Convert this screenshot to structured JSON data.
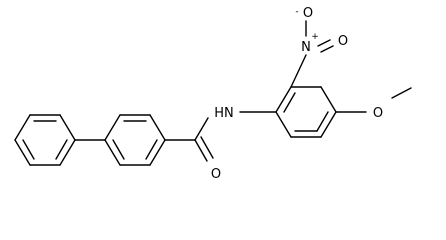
{
  "labels": {
    "nitro_oxygen_top": "O",
    "nitro_oxygen_charge": "-",
    "nitro_nitrogen": "N",
    "nitro_nitrogen_charge": "+",
    "nitro_oxygen_right": "O",
    "amide_nh": "HN",
    "methoxy_oxygen": "O",
    "carbonyl_oxygen": "O"
  }
}
